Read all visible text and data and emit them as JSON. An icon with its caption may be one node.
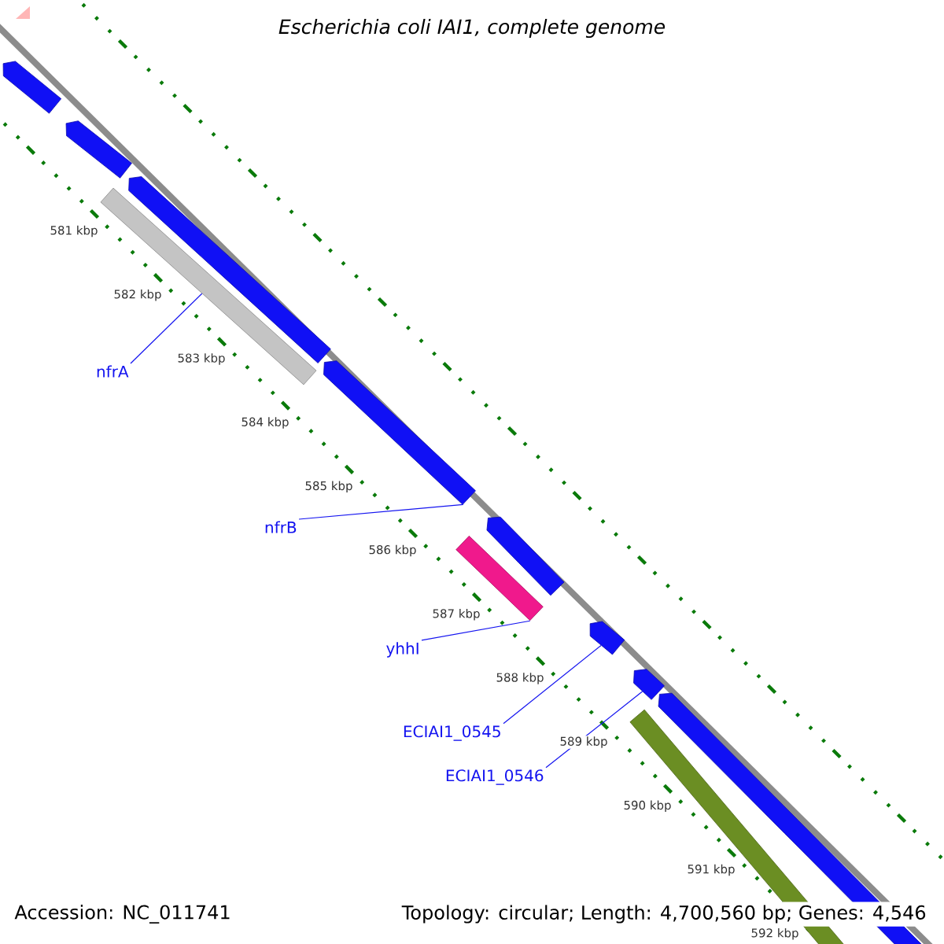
{
  "diagram": {
    "title": "Escherichia coli IAI1, complete genome",
    "nodes": [
      {
        "text": [],
        "shape": "bar"
      },
      {
        "text": [],
        "shape": "bar"
      },
      {
        "text": [],
        "shape": "bar"
      },
      {
        "text": [],
        "shape": "bar"
      },
      {
        "text": [],
        "shape": "bar"
      },
      {
        "text": [],
        "shape": "bar"
      },
      {
        "text": [],
        "shape": "bar"
      },
      {
        "text": [],
        "shape": "bar"
      },
      {
        "text": [],
        "shape": "bar"
      },
      {
        "text": [],
        "shape": "bar"
      },
      {
        "text": [],
        "shape": "bar"
      },
      {
        "text": [
          "nfrA"
        ]
      },
      {
        "text": [
          "nfrB"
        ]
      },
      {
        "text": [
          "yhhI"
        ]
      },
      {
        "text": [
          "ECIAI1_0545"
        ]
      },
      {
        "text": [
          "ECIAI1_0546"
        ]
      }
    ],
    "edges": [
      {
        "from": 11,
        "to": 3,
        "arrow": "none"
      },
      {
        "from": 12,
        "to": 4,
        "arrow": "none"
      },
      {
        "from": 13,
        "to": 6,
        "arrow": "none"
      },
      {
        "from": 14,
        "to": 7,
        "arrow": "none"
      },
      {
        "from": 15,
        "to": 8,
        "arrow": "none"
      }
    ],
    "labels": [
      "581 kbp",
      "582 kbp",
      "583 kbp",
      "584 kbp",
      "585 kbp",
      "586 kbp",
      "587 kbp",
      "588 kbp",
      "589 kbp",
      "590 kbp",
      "591 kbp",
      "592 kbp",
      "Accession: NC_011741",
      "Topology: circular; Length: 4,700,560 bp; Genes: 4,546"
    ]
  }
}
